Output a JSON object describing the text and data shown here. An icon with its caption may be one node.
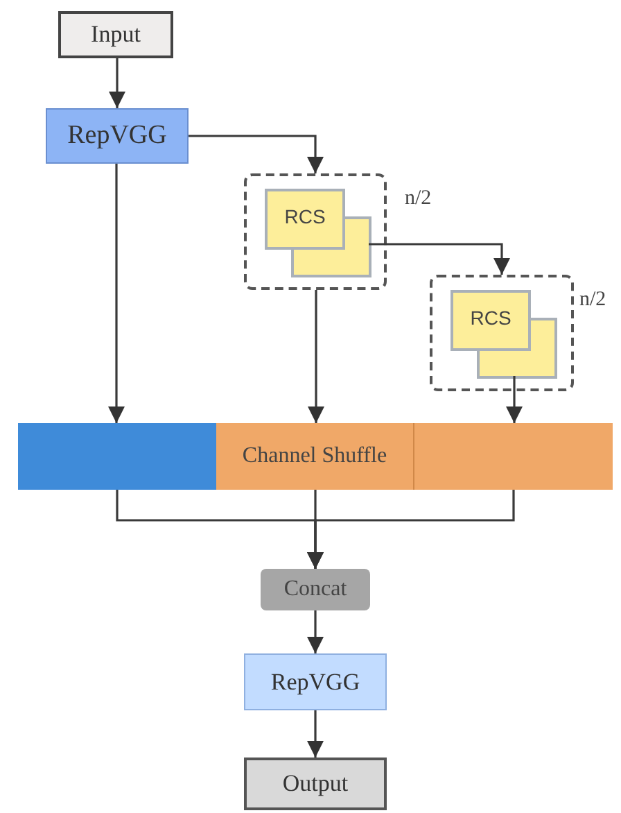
{
  "diagram": {
    "nodes": [
      {
        "text": [
          "Input"
        ]
      },
      {
        "text": [
          "RepVGG"
        ]
      },
      {
        "text": [],
        "shape": "box",
        "beside": [
          "n/2"
        ]
      },
      {
        "text": [
          "RCS"
        ],
        "in": 2
      },
      {
        "text": [],
        "shape": "box",
        "beside": [
          "n/2"
        ]
      },
      {
        "text": [
          "RCS"
        ],
        "in": 4
      },
      {
        "text": [],
        "shape": "box"
      },
      {
        "text": [
          "Channel Shuffle"
        ]
      },
      {
        "text": [],
        "shape": "box"
      },
      {
        "text": [
          "Concat"
        ]
      },
      {
        "text": [
          "RepVGG"
        ]
      },
      {
        "text": [
          "Output"
        ]
      }
    ],
    "edges": [
      {
        "from": 0,
        "to": 1,
        "arrow": "to"
      },
      {
        "from": 1,
        "to": 2,
        "arrow": "to"
      },
      {
        "from": 1,
        "to": 6,
        "arrow": "to"
      },
      {
        "from": 2,
        "to": 7,
        "arrow": "to"
      },
      {
        "from": 3,
        "to": 4,
        "arrow": "to"
      },
      {
        "from": 5,
        "to": 8,
        "arrow": "to"
      },
      {
        "from": 6,
        "to": 9,
        "arrow": "to"
      },
      {
        "from": 7,
        "to": 9,
        "arrow": "to"
      },
      {
        "from": 8,
        "to": 9,
        "arrow": "to"
      },
      {
        "from": 9,
        "to": 10,
        "arrow": "to"
      },
      {
        "from": 10,
        "to": 11,
        "arrow": "to"
      }
    ]
  }
}
